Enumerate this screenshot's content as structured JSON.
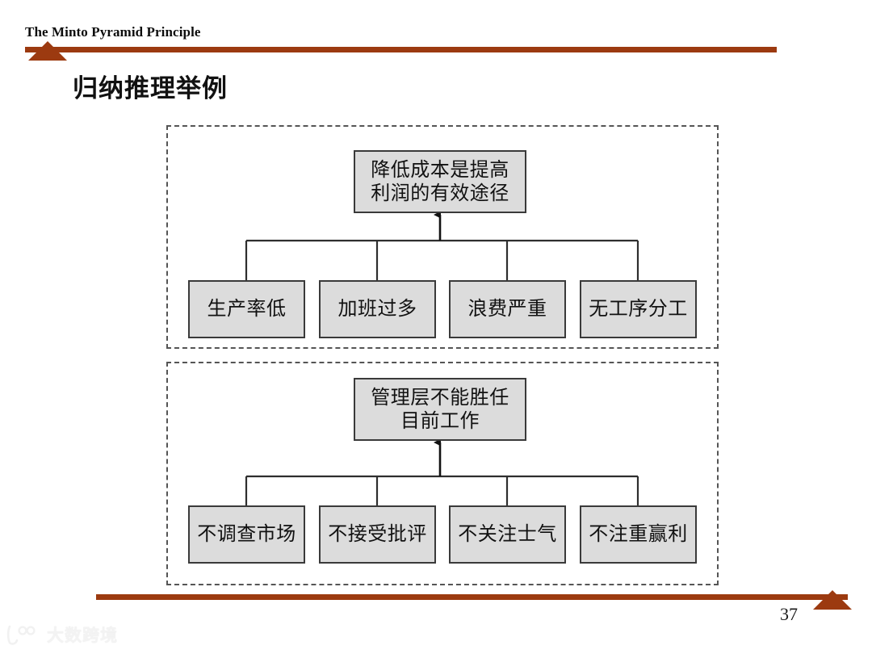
{
  "header": {
    "label": "The Minto Pyramid Principle",
    "accent_color": "#9c3a10",
    "triangle_icon": "triangle-up-icon"
  },
  "title": "归纳推理举例",
  "diagram": {
    "node_fill": "#dcdcdc",
    "node_border": "#3a3a3a",
    "group_border_style": "dashed",
    "groups": [
      {
        "id": "group-1",
        "conclusion": "降低成本是提高\n利润的有效途径",
        "conclusion_line1": "降低成本是提高",
        "conclusion_line2": "利润的有效途径",
        "premises": [
          "生产率低",
          "加班过多",
          "浪费严重",
          "无工序分工"
        ]
      },
      {
        "id": "group-2",
        "conclusion": "管理层不能胜任\n目前工作",
        "conclusion_line1": "管理层不能胜任",
        "conclusion_line2": "目前工作",
        "premises": [
          "不调查市场",
          "不接受批评",
          "不关注士气",
          "不注重赢利"
        ]
      }
    ]
  },
  "footer": {
    "page_number": "37",
    "accent_color": "#9c3a10",
    "triangle_icon": "triangle-up-icon"
  },
  "watermark": {
    "text": "大数跨境",
    "logo_icon": "brand-logo-icon"
  }
}
